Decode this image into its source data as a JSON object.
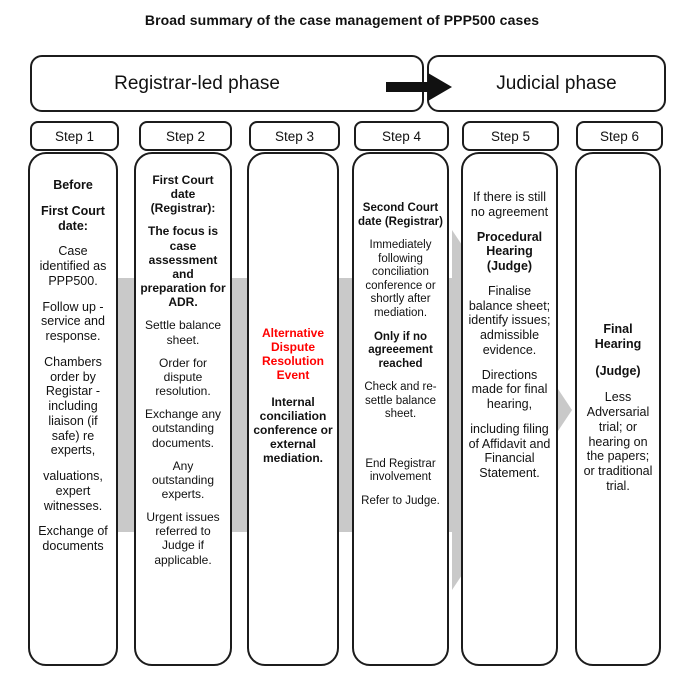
{
  "title": "Broad summary of the case management of PPP500 cases",
  "phases": {
    "registrar": "Registrar-led phase",
    "judicial": "Judicial phase"
  },
  "colors": {
    "red": "#ff0000",
    "gray_band": "#c9c9c9",
    "ink": "#111111"
  },
  "icons": {
    "phase_arrow": "right-arrow",
    "flow_band": "right-block-arrow"
  },
  "steps": [
    {
      "label": "Step 1",
      "paragraphs": [
        {
          "text": "Before",
          "bold": true
        },
        {
          "text": "First Court date:",
          "bold": true
        },
        {
          "text": "Case identified as PPP500."
        },
        {
          "text": "Follow up - service and response."
        },
        {
          "text": "Chambers order by Registar - including liaison (if safe) re experts,"
        },
        {
          "text": "valuations, expert witnesses."
        },
        {
          "text": "Exchange of documents"
        }
      ]
    },
    {
      "label": "Step 2",
      "paragraphs": [
        {
          "text": "First Court date (Registrar):",
          "bold": true
        },
        {
          "text": "The focus is case assessment and preparation for ADR.",
          "bold": true
        },
        {
          "text": "Settle balance sheet."
        },
        {
          "text": "Order for dispute resolution."
        },
        {
          "text": "Exchange any outstanding documents."
        },
        {
          "text": "Any outstanding experts."
        },
        {
          "text": "Urgent issues referred to Judge if applicable."
        }
      ]
    },
    {
      "label": "Step 3",
      "paragraphs": [
        {
          "text": "Alternative Dispute Resolution Event",
          "bold": true,
          "color": "red"
        },
        {
          "text": "Internal conciliation conference or external mediation.",
          "bold": true
        }
      ]
    },
    {
      "label": "Step 4",
      "paragraphs": [
        {
          "text": "Second Court date (Registrar)",
          "bold": true
        },
        {
          "text": "Immediately following conciliation conference or shortly after mediation."
        },
        {
          "text": "Only if no agreeement reached",
          "bold": true
        },
        {
          "text": "Check and re-settle balance sheet."
        },
        {
          "text": "End Registrar involvement",
          "gap_before": true
        },
        {
          "text": "Refer to Judge."
        }
      ]
    },
    {
      "label": "Step 5",
      "paragraphs": [
        {
          "text": "If there is still no agreement"
        },
        {
          "text": "Procedural Hearing (Judge)",
          "bold": true
        },
        {
          "text": "Finalise balance sheet; identify issues; admissible evidence."
        },
        {
          "text": "Directions made for final hearing,"
        },
        {
          "text": "including filing of Affidavit and Financial Statement."
        }
      ]
    },
    {
      "label": "Step 6",
      "paragraphs": [
        {
          "text": "Final Hearing",
          "bold": true
        },
        {
          "text": "(Judge)",
          "bold": true
        },
        {
          "text": "Less Adversarial trial; or hearing on the papers; or traditional trial."
        }
      ]
    }
  ]
}
